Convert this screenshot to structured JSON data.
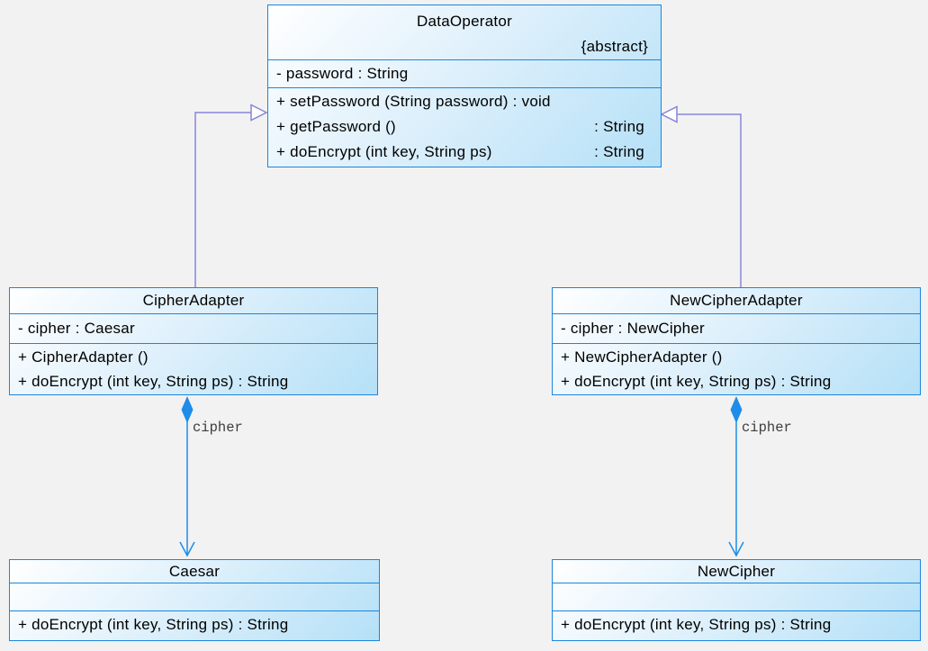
{
  "diagram": {
    "kind": "uml-class-diagram",
    "background_color": "#f2f2f2",
    "colors": {
      "box_border": "#1b86dc",
      "box_fill_top": "#ffffff",
      "box_fill_bottom": "#b5e0f7",
      "inheritance_line": "#8686d9",
      "composition_line": "#1e8ce8",
      "relation_label_color": "#3d3d3d",
      "text_color": "#000000"
    },
    "classes": [
      {
        "name": "DataOperator",
        "stereotype": "{abstract}",
        "attributes": [
          "- password : String"
        ],
        "methods": [
          {
            "sig": "+ setPassword (String password) : void",
            "ret": ""
          },
          {
            "sig": "+ getPassword ()",
            "ret": ": String"
          },
          {
            "sig": "+ doEncrypt (int key, String ps)",
            "ret": ": String"
          }
        ]
      },
      {
        "name": "CipherAdapter",
        "stereotype": "",
        "attributes": [
          "- cipher : Caesar"
        ],
        "methods": [
          {
            "sig": "+ CipherAdapter ()",
            "ret": ""
          },
          {
            "sig": "+ doEncrypt (int key, String ps) : String",
            "ret": ""
          }
        ]
      },
      {
        "name": "NewCipherAdapter",
        "stereotype": "",
        "attributes": [
          "- cipher : NewCipher"
        ],
        "methods": [
          {
            "sig": "+ NewCipherAdapter ()",
            "ret": ""
          },
          {
            "sig": "+ doEncrypt (int key, String ps) : String",
            "ret": ""
          }
        ]
      },
      {
        "name": "Caesar",
        "stereotype": "",
        "attributes": [],
        "methods": [
          {
            "sig": "+ doEncrypt (int key, String ps) : String",
            "ret": ""
          }
        ]
      },
      {
        "name": "NewCipher",
        "stereotype": "",
        "attributes": [],
        "methods": [
          {
            "sig": "+ doEncrypt (int key, String ps) : String",
            "ret": ""
          }
        ]
      }
    ],
    "relations": [
      {
        "type": "inheritance",
        "from": "CipherAdapter",
        "to": "DataOperator",
        "label": ""
      },
      {
        "type": "inheritance",
        "from": "NewCipherAdapter",
        "to": "DataOperator",
        "label": ""
      },
      {
        "type": "composition",
        "from": "CipherAdapter",
        "to": "Caesar",
        "label": "cipher"
      },
      {
        "type": "composition",
        "from": "NewCipherAdapter",
        "to": "NewCipher",
        "label": "cipher"
      }
    ]
  }
}
